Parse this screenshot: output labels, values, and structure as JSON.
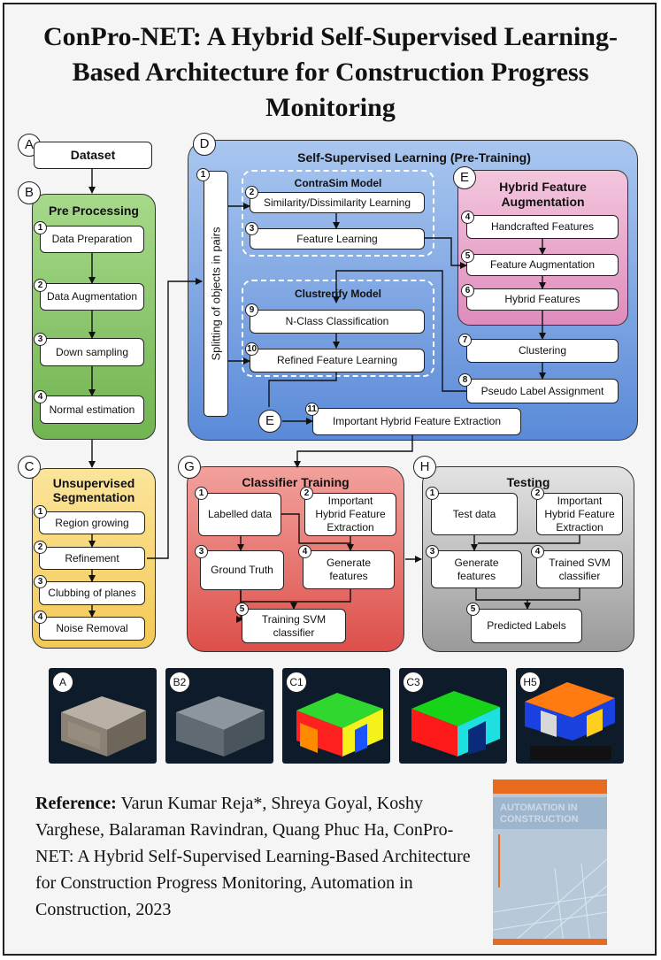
{
  "title": {
    "line1": "ConPro-NET: A Hybrid Self-Supervised Learning-",
    "line2": "Based Architecture for Construction Progress",
    "line3": "Monitoring"
  },
  "dataset": {
    "letter": "A",
    "label": "Dataset"
  },
  "preprocessing": {
    "letter": "B",
    "title": "Pre Processing",
    "steps": [
      {
        "num": "1",
        "label": "Data Preparation"
      },
      {
        "num": "2",
        "label": "Data Augmentation"
      },
      {
        "num": "3",
        "label": "Down sampling"
      },
      {
        "num": "4",
        "label": "Normal estimation"
      }
    ]
  },
  "unsupervised": {
    "letter": "C",
    "title_line1": "Unsupervised",
    "title_line2": "Segmentation",
    "steps": [
      {
        "num": "1",
        "label": "Region growing"
      },
      {
        "num": "2",
        "label": "Refinement"
      },
      {
        "num": "3",
        "label": "Clubbing of planes"
      },
      {
        "num": "4",
        "label": "Noise Removal"
      }
    ]
  },
  "ssl": {
    "letter": "D",
    "title": "Self-Supervised Learning (Pre-Training)",
    "splitting": {
      "num": "1",
      "label": "Splitting of objects in pairs"
    },
    "contrasim": {
      "title": "ContraSim Model",
      "steps": [
        {
          "num": "2",
          "label": "Similarity/Dissimilarity Learning"
        },
        {
          "num": "3",
          "label": "Feature Learning"
        }
      ]
    },
    "clustrerify": {
      "title": "Clustrerify Model",
      "steps": [
        {
          "num": "9",
          "label": "N-Class Classification"
        },
        {
          "num": "10",
          "label": "Refined Feature Learning"
        }
      ]
    },
    "clustering": {
      "num": "7",
      "label": "Clustering"
    },
    "pseudo": {
      "num": "8",
      "label": "Pseudo Label Assignment"
    },
    "extraction": {
      "num": "11",
      "label": "Important Hybrid Feature Extraction"
    },
    "e_marker": "E"
  },
  "hybrid": {
    "letter": "E",
    "title_line1": "Hybrid Feature",
    "title_line2": "Augmentation",
    "steps": [
      {
        "num": "4",
        "label": "Handcrafted Features"
      },
      {
        "num": "5",
        "label": "Feature Augmentation"
      },
      {
        "num": "6",
        "label": "Hybrid Features"
      }
    ]
  },
  "classifier": {
    "letter": "G",
    "title": "Classifier Training",
    "steps": [
      {
        "num": "1",
        "label": "Labelled data"
      },
      {
        "num": "2",
        "label_line1": "Important",
        "label_line2": "Hybrid Feature",
        "label_line3": "Extraction"
      },
      {
        "num": "3",
        "label": "Ground Truth"
      },
      {
        "num": "4",
        "label_line1": "Generate",
        "label_line2": "features"
      },
      {
        "num": "5",
        "label_line1": "Training SVM",
        "label_line2": "classifier"
      }
    ]
  },
  "testing": {
    "letter": "H",
    "title": "Testing",
    "steps": [
      {
        "num": "1",
        "label": "Test data"
      },
      {
        "num": "2",
        "label_line1": "Important",
        "label_line2": "Hybrid Feature",
        "label_line3": "Extraction"
      },
      {
        "num": "3",
        "label_line1": "Generate",
        "label_line2": "features"
      },
      {
        "num": "4",
        "label_line1": "Trained SVM",
        "label_line2": "classifier"
      },
      {
        "num": "5",
        "label": "Predicted Labels"
      }
    ]
  },
  "thumbnails": [
    "A",
    "B2",
    "C1",
    "C3",
    "H5"
  ],
  "reference": {
    "label": "Reference:",
    "text": "Varun Kumar Reja*, Shreya Goyal, Koshy Varghese, Balaraman Ravindran, Quang Phuc Ha, ConPro-NET: A Hybrid Self-Supervised Learning-Based Architecture for Construction Progress Monitoring, Automation in Construction, 2023"
  },
  "journal_cover": {
    "line1": "AUTOMATION IN",
    "line2": "CONSTRUCTION"
  },
  "colors": {
    "preprocessing": "#8cc46b",
    "unsupervised": "#f7d774",
    "ssl": "#6a9be0",
    "hybrid": "#e59ac4",
    "classifier": "#e6645f",
    "testing": "#a8a8a8"
  }
}
